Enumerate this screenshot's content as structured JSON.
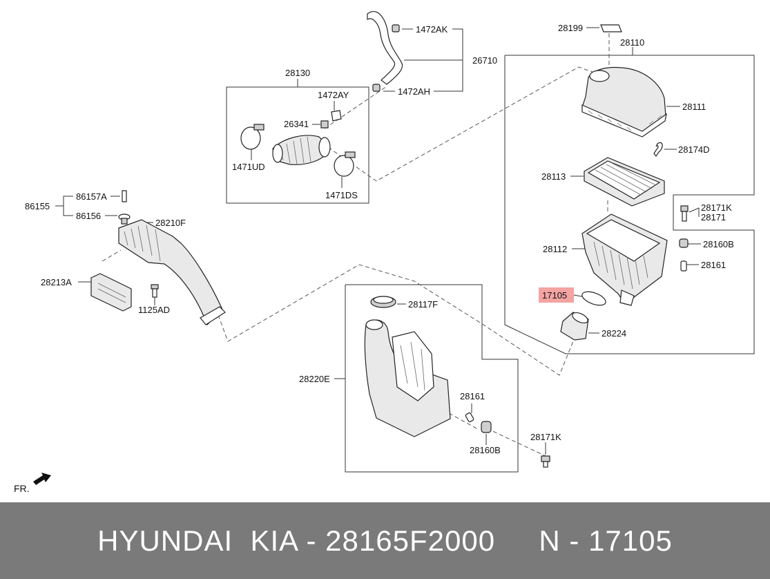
{
  "labels": {
    "l28199": "28199",
    "l28110": "28110",
    "l1472AK": "1472AK",
    "l26710": "26710",
    "l1472AH": "1472AH",
    "l28130": "28130",
    "l1472AY": "1472AY",
    "l26341": "26341",
    "l1471UD": "1471UD",
    "l1471DS": "1471DS",
    "l28111": "28111",
    "l28174D": "28174D",
    "l28113": "28113",
    "l28171K_top": "28171K",
    "l28171": "28171",
    "l28160B_top": "28160B",
    "l28112": "28112",
    "l28161_top": "28161",
    "l17105": "17105",
    "l28224": "28224",
    "l86157A": "86157A",
    "l86155": "86155",
    "l86156": "86156",
    "l28210F": "28210F",
    "l28213A": "28213A",
    "l1125AD": "1125AD",
    "l28117F": "28117F",
    "l28220E": "28220E",
    "l28161_bot": "28161",
    "l28160B_bot": "28160B",
    "l28171K_bot": "28171K",
    "fr": "FR."
  },
  "highlight_color": "#f4a3a3",
  "footer": {
    "text": "HYUNDAI  KIA - 28165F2000     N - 17105"
  }
}
